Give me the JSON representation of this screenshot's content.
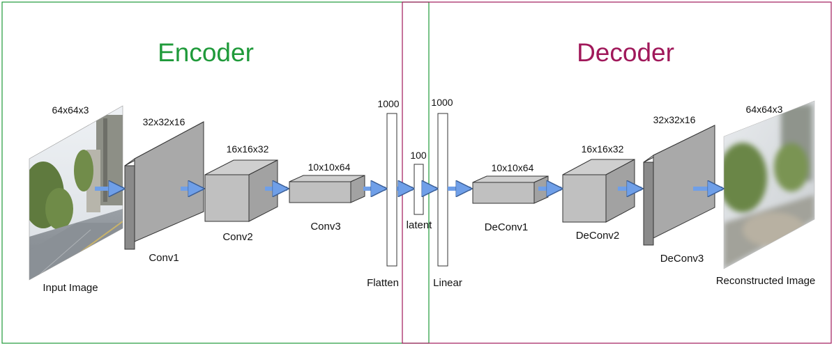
{
  "colors": {
    "encoder": "#1f9a3a",
    "decoder": "#a0185a",
    "arrow": "#6f9fe8",
    "layer_face": "#a9a9a9",
    "layer_side": "#8a8a8a",
    "layer_top": "#c4c4c4"
  },
  "encoder": {
    "title": "Encoder",
    "input_dim": "64x64x3",
    "input_label": "Input Image",
    "conv1_label": "Conv1",
    "conv1_dim": "32x32x16",
    "conv2_label": "Conv2",
    "conv2_dim": "16x16x32",
    "conv3_label": "Conv3",
    "conv3_dim": "10x10x64",
    "flatten_label": "Flatten",
    "flatten_dim": "1000"
  },
  "latent": {
    "label": "latent",
    "dim": "100"
  },
  "decoder": {
    "title": "Decoder",
    "linear_label": "Linear",
    "linear_dim": "1000",
    "deconv1_label": "DeConv1",
    "deconv1_dim": "10x10x64",
    "deconv2_label": "DeConv2",
    "deconv2_dim": "16x16x32",
    "deconv3_label": "DeConv3",
    "deconv3_dim": "32x32x16",
    "output_dim": "64x64x3",
    "output_label": "Reconstructed Image"
  }
}
